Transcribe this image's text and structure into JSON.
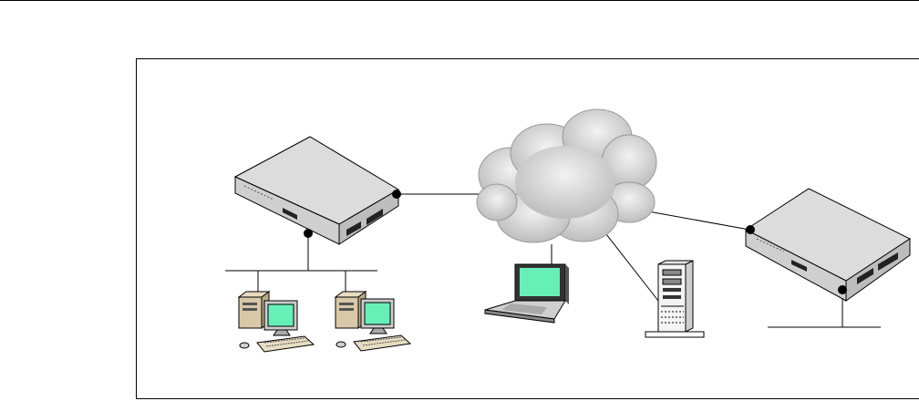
{
  "diagram": {
    "nodes": [
      {
        "name": "router-left",
        "icon": "rack-router-icon"
      },
      {
        "name": "router-right",
        "icon": "rack-router-icon"
      },
      {
        "name": "internet-cloud",
        "icon": "cloud-icon"
      },
      {
        "name": "laptop",
        "icon": "laptop-icon"
      },
      {
        "name": "server",
        "icon": "tower-server-icon"
      },
      {
        "name": "workstation-1",
        "icon": "desktop-computer-icon"
      },
      {
        "name": "workstation-2",
        "icon": "desktop-computer-icon"
      }
    ],
    "colors": {
      "chassis_top": "#dcdcdc",
      "chassis_front": "#c8c8c8",
      "screen": "#66f0b8",
      "cloud": "#d2d2d2",
      "pc_case": "#d8c8a8",
      "line": "#000000"
    }
  }
}
